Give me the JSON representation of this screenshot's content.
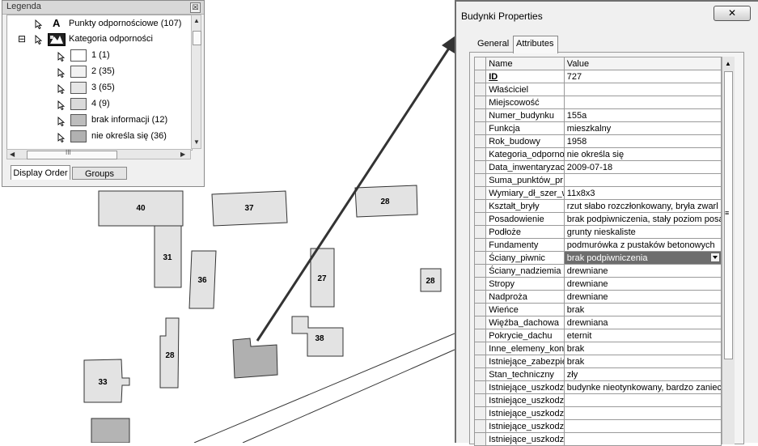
{
  "legend": {
    "title": "Legenda",
    "close_glyph": "☒",
    "items": [
      {
        "kind": "point-layer",
        "symbol": "A",
        "label": "Punkty odpornościowe (107)"
      },
      {
        "kind": "group",
        "expander": "⊟",
        "label": "Kategoria odporności"
      },
      {
        "kind": "class",
        "label": "1 (1)",
        "color": "#ffffff"
      },
      {
        "kind": "class",
        "label": "2 (35)",
        "color": "#f2f2f2"
      },
      {
        "kind": "class",
        "label": "3 (65)",
        "color": "#e6e6e6"
      },
      {
        "kind": "class",
        "label": "4 (9)",
        "color": "#dadada"
      },
      {
        "kind": "class",
        "label": "brak informacji (12)",
        "color": "#bdbdbd"
      },
      {
        "kind": "class",
        "label": "nie określa się (36)",
        "color": "#b1b1b1"
      }
    ],
    "scroll_grip": "III",
    "tabs": [
      "Display Order",
      "Groups"
    ]
  },
  "map": {
    "parcels": [
      {
        "label": "40"
      },
      {
        "label": "37"
      },
      {
        "label": "28"
      },
      {
        "label": "31"
      },
      {
        "label": "36"
      },
      {
        "label": "27"
      },
      {
        "label": "28"
      },
      {
        "label": "38"
      },
      {
        "label": "28"
      },
      {
        "label": "33"
      }
    ],
    "colors": {
      "parcel": "#e3e3e3",
      "selected": "#b0b0b0",
      "outline": "#333333"
    }
  },
  "props": {
    "title": "Budynki Properties",
    "close_glyph": "✕",
    "tabs": [
      "General",
      "Attributes"
    ],
    "header": {
      "name": "Name",
      "value": "Value"
    },
    "rows": [
      {
        "name": "ID",
        "value": "727"
      },
      {
        "name": "Właściciel",
        "value": ""
      },
      {
        "name": "Miejscowość",
        "value": ""
      },
      {
        "name": "Numer_budynku",
        "value": "155a"
      },
      {
        "name": "Funkcja",
        "value": "mieszkalny"
      },
      {
        "name": "Rok_budowy",
        "value": "1958"
      },
      {
        "name": "Kategoria_odporno",
        "value": "nie określa się"
      },
      {
        "name": "Data_inwentaryzac",
        "value": "2009-07-18"
      },
      {
        "name": "Suma_punktów_pr",
        "value": ""
      },
      {
        "name": "Wymiary_dł_szer_w",
        "value": "11x8x3"
      },
      {
        "name": "Kształt_bryły",
        "value": "rzut słabo rozczłonkowany, bryła zwarl"
      },
      {
        "name": "Posadowienie",
        "value": "brak podpiwniczenia, stały poziom posa"
      },
      {
        "name": "Podłoże",
        "value": "grunty nieskaliste"
      },
      {
        "name": "Fundamenty",
        "value": "podmurówka z pustaków betonowych"
      },
      {
        "name": "Ściany_piwnic",
        "value": "brak podpiwniczenia"
      },
      {
        "name": "Ściany_nadziemia",
        "value": "drewniane"
      },
      {
        "name": "Stropy",
        "value": "drewniane"
      },
      {
        "name": "Nadproża",
        "value": "drewniane"
      },
      {
        "name": "Wieńce",
        "value": "brak"
      },
      {
        "name": "Więźba_dachowa",
        "value": "drewniana"
      },
      {
        "name": "Pokrycie_dachu",
        "value": "eternit"
      },
      {
        "name": "Inne_elemeny_kon",
        "value": "brak"
      },
      {
        "name": "Istniejące_zabezpie",
        "value": "brak"
      },
      {
        "name": "Stan_techniczny",
        "value": "zły"
      },
      {
        "name": "Istniejące_uszkodz",
        "value": "budynke nieotynkowany, bardzo zaniec"
      },
      {
        "name": "Istniejące_uszkodz",
        "value": ""
      },
      {
        "name": "Istniejące_uszkodz",
        "value": ""
      },
      {
        "name": "Istniejące_uszkodz",
        "value": ""
      },
      {
        "name": "Istniejące_uszkodz",
        "value": ""
      }
    ],
    "scroll_grip": "≡"
  }
}
